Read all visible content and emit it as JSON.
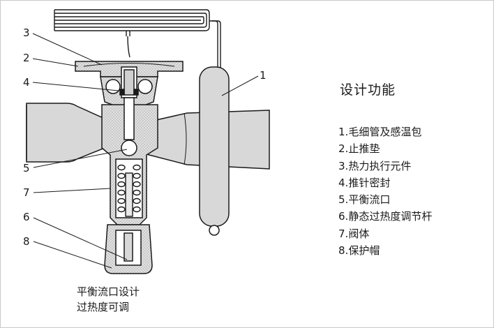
{
  "callouts": {
    "c3": "3",
    "c2": "2",
    "c4": "4",
    "c1": "1",
    "c5": "5",
    "c7": "7",
    "c6": "6",
    "c8": "8"
  },
  "functions": {
    "title": "设计功能",
    "items": [
      {
        "num": "1.",
        "label": "毛细管及感温包"
      },
      {
        "num": "2.",
        "label": "止推垫"
      },
      {
        "num": "3.",
        "label": "热力执行元件"
      },
      {
        "num": "4.",
        "label": "推针密封"
      },
      {
        "num": "5.",
        "label": "平衡流口"
      },
      {
        "num": "6.",
        "label": "静态过热度调节杆"
      },
      {
        "num": "7.",
        "label": "阀体"
      },
      {
        "num": "8.",
        "label": "保护帽"
      }
    ]
  },
  "caption": {
    "line1": "平衡流口设计",
    "line2": "过热度可调"
  },
  "colors": {
    "body_fill": "#d8d8d8",
    "outline": "#1a1a1a",
    "text": "#1a1a1a"
  }
}
